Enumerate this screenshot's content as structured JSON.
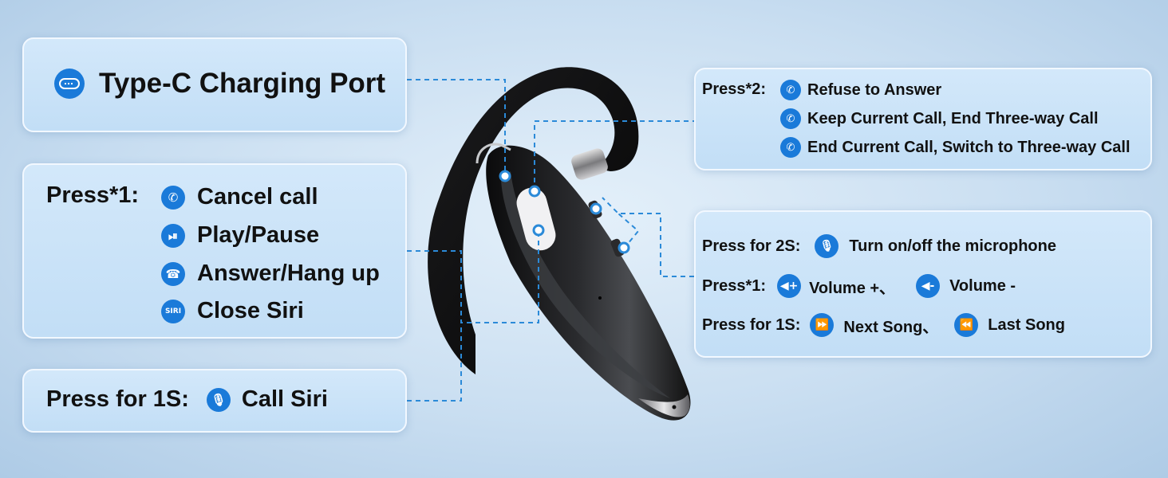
{
  "charging": {
    "label": "Type-C Charging Port",
    "icon": "usb-c-icon"
  },
  "press1_left": {
    "title": "Press*1:",
    "items": [
      {
        "icon": "phone-cancel-icon",
        "glyph": "✆",
        "label": "Cancel call"
      },
      {
        "icon": "play-pause-icon",
        "glyph": "⏯",
        "label": "Play/Pause"
      },
      {
        "icon": "answer-hangup-icon",
        "glyph": "☎",
        "label": "Answer/Hang up"
      },
      {
        "icon": "siri-icon",
        "glyph": "SIRI",
        "label": "Close Siri"
      }
    ]
  },
  "siri_box": {
    "title": "Press for 1S:",
    "icon": "microphone-icon",
    "label": "Call Siri"
  },
  "press2": {
    "title": "Press*2:",
    "items": [
      {
        "icon": "refuse-call-icon",
        "glyph": "✆",
        "label": "Refuse to Answer"
      },
      {
        "icon": "keep-call-icon",
        "glyph": "✆",
        "label": "Keep Current Call, End Three-way Call"
      },
      {
        "icon": "switch-call-icon",
        "glyph": "✆",
        "label": "End Current Call, Switch to Three-way Call"
      }
    ]
  },
  "controls": {
    "mic": {
      "title": "Press for 2S:",
      "icon": "microphone-icon",
      "label": "Turn on/off  the microphone"
    },
    "volume": {
      "title": "Press*1:",
      "up": {
        "icon": "volume-up-icon",
        "label": "Volume +、"
      },
      "down": {
        "icon": "volume-down-icon",
        "label": "Volume -"
      }
    },
    "songs": {
      "title": "Press for 1S:",
      "next": {
        "icon": "next-song-icon",
        "label": "Next Song、"
      },
      "last": {
        "icon": "last-song-icon",
        "label": "Last Song"
      }
    }
  },
  "colors": {
    "accent": "#1a7ad9",
    "panel": "#c8e1f7",
    "line": "#2b8ad8"
  }
}
